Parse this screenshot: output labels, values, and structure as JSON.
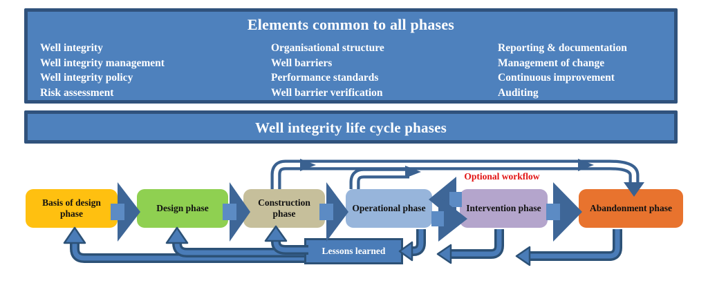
{
  "panels": {
    "elements": {
      "title": "Elements common to all phases",
      "columns": [
        [
          "Well integrity",
          "Well integrity management",
          "Well integrity policy",
          "Risk assessment"
        ],
        [
          "Organisational structure",
          "Well barriers",
          "Performance standards",
          "Well barrier verification"
        ],
        [
          "Reporting & documentation",
          "Management of change",
          "Continuous improvement",
          "Auditing"
        ]
      ]
    },
    "lifecycle": {
      "title": "Well integrity life cycle phases"
    }
  },
  "phases": [
    {
      "label": "Basis of design phase",
      "color": "#ffc010"
    },
    {
      "label": "Design phase",
      "color": "#8fd051"
    },
    {
      "label": "Construction phase",
      "color": "#c6bf9b"
    },
    {
      "label": "Operational phase",
      "color": "#97b5db"
    },
    {
      "label": "Intervention phase",
      "color": "#b4a5cc"
    },
    {
      "label": "Abandonment phase",
      "color": "#e8732e"
    }
  ],
  "flow": {
    "lessons_label": "Lessons learned",
    "optional_label": "Optional workflow"
  },
  "colors": {
    "panel_fill": "#4e81bd",
    "panel_border": "#30527c",
    "panel_text": "#ffffff",
    "top_arrow": "#3a6190",
    "loop_arrow_outline": "#2c5176",
    "loop_arrow_fill": "#4a7cb8",
    "chevron_fill": "#3e6697",
    "chevron_tail": "#5c8bc4",
    "optional_text": "#e21313"
  }
}
